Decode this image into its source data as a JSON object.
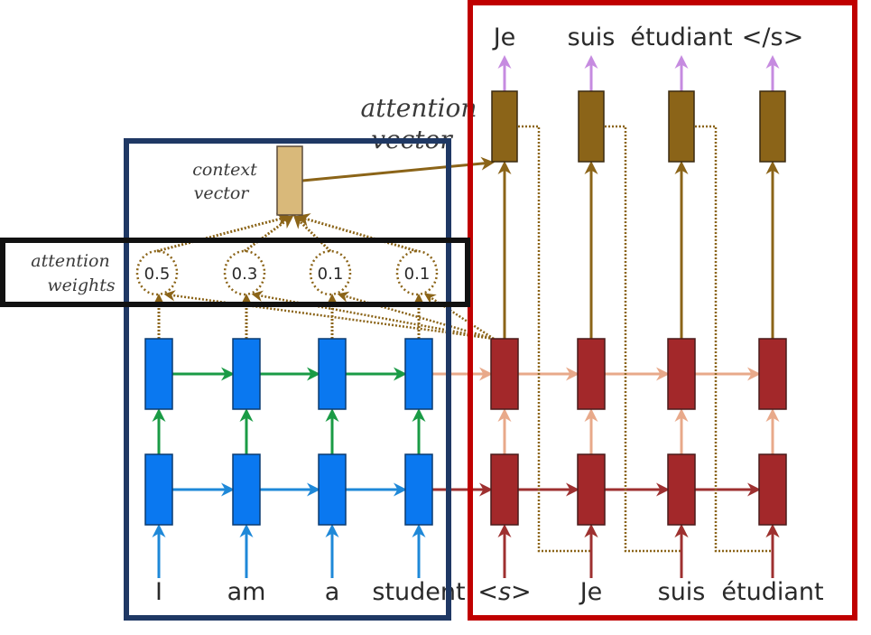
{
  "diagram": {
    "title": "Seq2seq with attention",
    "colors": {
      "encoder_cell": "#0a78f0",
      "encoder_cell_border": "#0b3b70",
      "encoder_input_arrow": "#1e88d8",
      "encoder_layer1_arrow": "#1e88d8",
      "encoder_layer2_arrow": "#1a9b45",
      "decoder_cell": "#a3282a",
      "decoder_cell_border": "#4a1a1a",
      "decoder_layer1_arrow": "#9e3030",
      "decoder_layer2_arrow": "#e8a98a",
      "attention_cell": "#8b6418",
      "context_cell": "#d9b97a",
      "attention_line": "#8b6418",
      "output_arrow": "#c68be0",
      "encoder_box": "#1f3864",
      "decoder_box": "#c00000",
      "weights_box": "#111111"
    },
    "encoder": {
      "inputs": [
        "I",
        "am",
        "a",
        "student"
      ]
    },
    "decoder": {
      "inputs": [
        "<s>",
        "Je",
        "suis",
        "étudiant"
      ],
      "outputs": [
        "Je",
        "suis",
        "étudiant",
        "</s>"
      ]
    },
    "attention": {
      "weights_label_line1": "attention",
      "weights_label_line2": "weights",
      "weights": [
        "0.5",
        "0.3",
        "0.1",
        "0.1"
      ],
      "context_label_line1": "context",
      "context_label_line2": "vector",
      "vector_label_line1": "attention",
      "vector_label_line2": "vector"
    },
    "highlight_boxes": [
      {
        "name": "encoder-highlight-box",
        "color": "#1f3864"
      },
      {
        "name": "decoder-highlight-box",
        "color": "#c00000"
      },
      {
        "name": "attention-weights-highlight-box",
        "color": "#111111"
      }
    ]
  }
}
